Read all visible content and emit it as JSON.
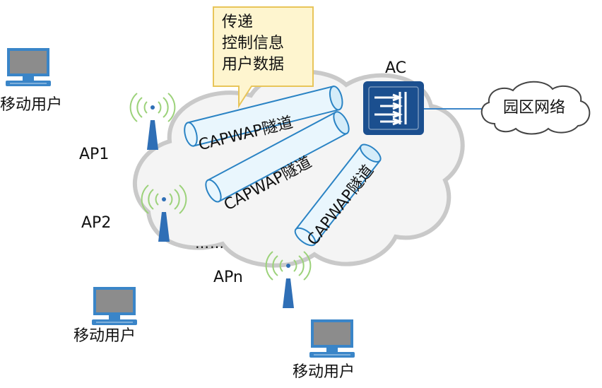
{
  "callout": {
    "lines": [
      "传递",
      "控制信息",
      "用户数据"
    ]
  },
  "controller": {
    "label": "AC"
  },
  "campus_network": {
    "label": "园区网络"
  },
  "tunnels": [
    {
      "label": "CAPWAP隧道"
    },
    {
      "label": "CAPWAP隧道"
    },
    {
      "label": "CAPWAP隧道"
    }
  ],
  "access_points": [
    {
      "label": "AP1"
    },
    {
      "label": "AP2"
    },
    {
      "label": "APn"
    }
  ],
  "ellipsis": "……",
  "mobile_users": [
    {
      "label": "移动用户"
    },
    {
      "label": "移动用户"
    },
    {
      "label": "移动用户"
    }
  ],
  "colors": {
    "cloud_fill": "#f4f4f4",
    "cloud_stroke": "#c9c9c9",
    "callout_fill": "#fef5cf",
    "callout_stroke": "#e8c55a",
    "tunnel_fill": "#e9f6fd",
    "tunnel_stroke": "#2a83c4",
    "ac_fill": "#1b4f8f",
    "ap_blue": "#2f6fb6",
    "signal_green": "#9cd27a",
    "monitor_blue": "#3a85c8",
    "screen_gray": "#8c8c8c"
  }
}
